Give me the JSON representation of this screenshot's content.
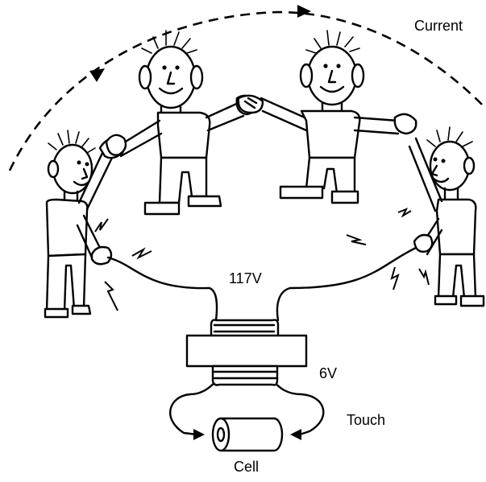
{
  "labels": {
    "current": "Current",
    "voltage_high": "117V",
    "voltage_low": "6V",
    "touch": "Touch",
    "cell": "Cell"
  }
}
